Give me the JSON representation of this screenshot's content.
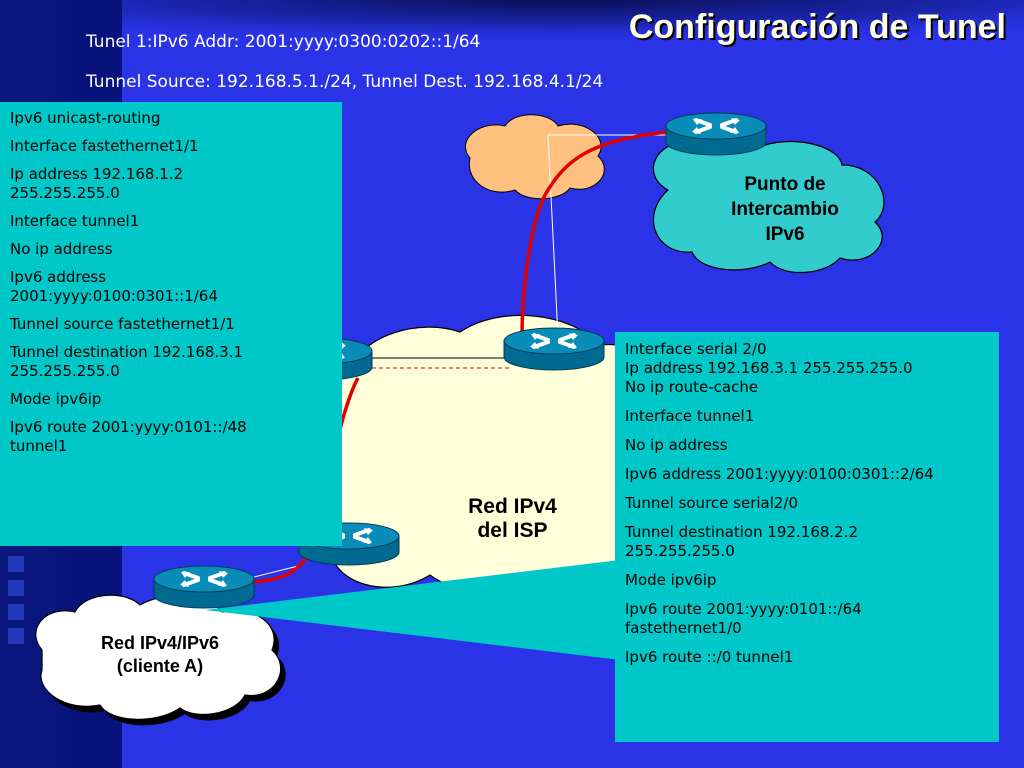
{
  "title": "Configuración de Tunel",
  "header": {
    "line1": "Tunel 1:IPv6 Addr: 2001:yyyy:0300:0202::1/64",
    "line2": "Tunnel Source: 192.168.5.1./24, Tunnel Dest. 192.168.4.1/24"
  },
  "left_config": [
    "Ipv6 unicast-routing",
    "Interface fastethernet1/1",
    "Ip address 192.168.1.2\n255.255.255.0",
    "Interface tunnel1",
    "No ip address",
    "Ipv6 address\n2001:yyyy:0100:0301::1/64",
    "Tunnel source fastethernet1/1",
    "Tunnel destination 192.168.3.1\n255.255.255.0",
    "Mode ipv6ip",
    "Ipv6 route 2001:yyyy:0101::/48\ntunnel1"
  ],
  "right_config": [
    "Interface serial 2/0\nIp address 192.168.3.1 255.255.255.0\nNo ip route-cache",
    "Interface tunnel1",
    "No ip address",
    "Ipv6 address 2001:yyyy:0100:0301::2/64",
    "Tunnel source serial2/0",
    "Tunnel destination 192.168.2.2\n255.255.255.0",
    "Mode ipv6ip",
    "Ipv6 route 2001:yyyy:0101::/64\nfastethernet1/0",
    "Ipv6 route ::/0 tunnel1"
  ],
  "labels": {
    "isp": "Red IPv4\ndel  ISP",
    "exchange": "Punto de\nIntercambio\nIPv6",
    "client": "Red IPv4/IPv6\n(cliente A)"
  },
  "colors": {
    "background": "#2a33e6",
    "config_box": "#00c8c8",
    "isp_cloud": "#ffffd9",
    "exchange_cloud": "#33cccc",
    "top_cloud": "#ffc080",
    "client_cloud": "#ffffff",
    "router": "#0080a8",
    "tunnel_line": "#e00000"
  }
}
